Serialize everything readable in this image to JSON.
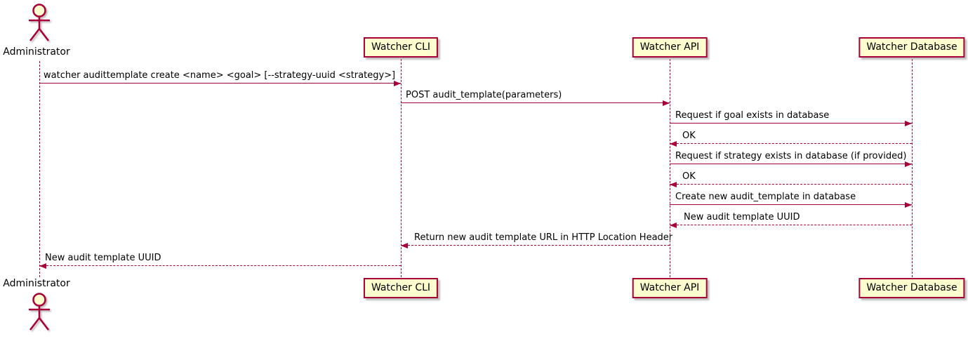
{
  "diagram": {
    "type": "uml-sequence",
    "colors": {
      "line": "#A80036",
      "participant_fill": "#FEFECE",
      "text": "#000000",
      "background": "#FFFFFF"
    },
    "actor": {
      "name": "Administrator"
    },
    "participants": [
      {
        "name": "Watcher CLI"
      },
      {
        "name": "Watcher API"
      },
      {
        "name": "Watcher Database"
      }
    ],
    "messages": [
      {
        "from": "Administrator",
        "to": "Watcher CLI",
        "style": "solid",
        "text": "watcher audittemplate create <name> <goal> [--strategy-uuid <strategy>]"
      },
      {
        "from": "Watcher CLI",
        "to": "Watcher API",
        "style": "solid",
        "text": "POST audit_template(parameters)"
      },
      {
        "from": "Watcher API",
        "to": "Watcher Database",
        "style": "solid",
        "text": "Request if goal exists in database"
      },
      {
        "from": "Watcher Database",
        "to": "Watcher API",
        "style": "dashed",
        "text": "OK"
      },
      {
        "from": "Watcher API",
        "to": "Watcher Database",
        "style": "solid",
        "text": "Request if strategy exists in database (if provided)"
      },
      {
        "from": "Watcher Database",
        "to": "Watcher API",
        "style": "dashed",
        "text": "OK"
      },
      {
        "from": "Watcher API",
        "to": "Watcher Database",
        "style": "solid",
        "text": "Create new audit_template in database"
      },
      {
        "from": "Watcher Database",
        "to": "Watcher API",
        "style": "dashed",
        "text": "New audit template UUID"
      },
      {
        "from": "Watcher API",
        "to": "Watcher CLI",
        "style": "dashed",
        "text": "Return new audit template URL in HTTP Location Header"
      },
      {
        "from": "Watcher CLI",
        "to": "Administrator",
        "style": "dashed",
        "text": "New audit template UUID"
      }
    ]
  }
}
